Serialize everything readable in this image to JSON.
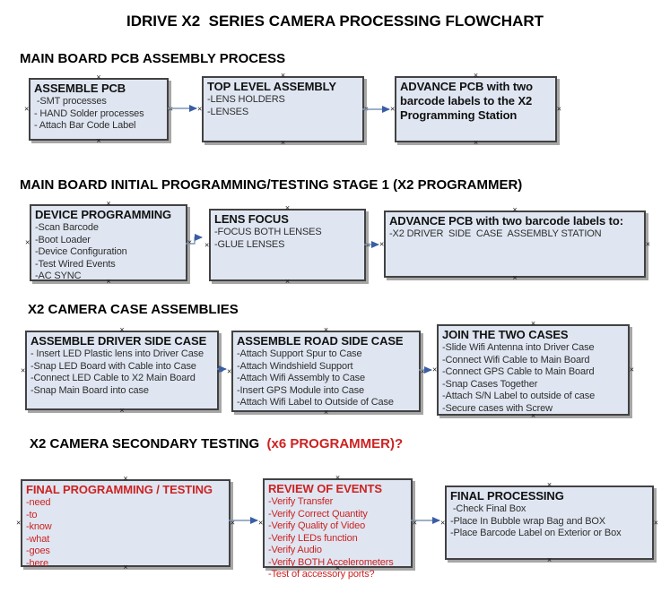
{
  "page_title": "IDRIVE X2  SERIES CAMERA PROCESSING FLOWCHART",
  "colors": {
    "box_fill": "#dfe6f1",
    "box_border": "#424242",
    "box_shadow_c": "#a6a6a6",
    "arrow_line": "#7e96b5",
    "arrow_head": "#3a5ea5",
    "red_text": "#cc2222",
    "heading_text": "#000000",
    "item_text": "#2e2e2e"
  },
  "icons": {
    "connector_anchor_glyph": "×"
  },
  "sections": [
    {
      "heading": "MAIN BOARD PCB ASSEMBLY PROCESS",
      "boxes": [
        {
          "title": "ASSEMBLE PCB",
          "items": [
            " -SMT processes",
            "- HAND Solder processes",
            "- Attach Bar Code Label"
          ]
        },
        {
          "title": "TOP LEVEL ASSEMBLY",
          "items": [
            "-LENS HOLDERS",
            "-LENSES"
          ]
        },
        {
          "title": "ADVANCE PCB with two barcode labels to the X2 Programming Station",
          "items": []
        }
      ]
    },
    {
      "heading": "MAIN BOARD INITIAL PROGRAMMING/TESTING STAGE 1 (X2 PROGRAMMER)",
      "boxes": [
        {
          "title": "DEVICE PROGRAMMING",
          "items": [
            "-Scan Barcode",
            "-Boot Loader",
            "-Device Configuration",
            "-Test Wired Events",
            "-AC SYNC"
          ]
        },
        {
          "title": "LENS FOCUS",
          "items": [
            "-FOCUS BOTH LENSES",
            "-GLUE LENSES"
          ]
        },
        {
          "title": "ADVANCE PCB with two barcode labels to:",
          "items": [
            "-X2 DRIVER  SIDE  CASE  ASSEMBLY STATION"
          ]
        }
      ]
    },
    {
      "heading": "X2 CAMERA CASE ASSEMBLIES",
      "boxes": [
        {
          "title": "ASSEMBLE DRIVER SIDE CASE",
          "items": [
            "- Insert LED Plastic lens into Driver Case",
            "-Snap LED Board with Cable into Case",
            "-Connect LED Cable to X2 Main Board",
            "-Snap Main Board into case"
          ]
        },
        {
          "title": "ASSEMBLE ROAD SIDE CASE",
          "items": [
            "-Attach Support Spur to Case",
            "-Attach Windshield Support",
            "-Attach Wifi Assembly to Case",
            "-Insert GPS Module into Case",
            "-Attach Wifi Label to Outside of Case"
          ]
        },
        {
          "title": "JOIN THE TWO CASES",
          "items": [
            "-Slide Wifi Antenna into Driver Case",
            "-Connect Wifi Cable to Main Board",
            "-Connect GPS Cable to Main Board",
            "-Snap Cases Together",
            "-Attach S/N Label to outside of case",
            "-Secure cases with Screw"
          ]
        }
      ]
    },
    {
      "heading": "X2 CAMERA SECONDARY TESTING  ",
      "heading_red": "(x6 PROGRAMMER)?",
      "boxes": [
        {
          "title": "FINAL PROGRAMMING / TESTING",
          "items": [
            "-need",
            "-to",
            "-know",
            "-what",
            "-goes",
            "-here"
          ]
        },
        {
          "title": "REVIEW OF EVENTS",
          "items": [
            "-Verify Transfer",
            "-Verify Correct Quantity",
            "-Verify Quality of Video",
            "-Verify LEDs function",
            "-Verify Audio",
            "-Verify BOTH Accelerometers",
            "-Test of accessory ports?"
          ]
        },
        {
          "title": "FINAL PROCESSING",
          "items": [
            " -Check Final Box",
            "-Place In Bubble wrap Bag and BOX",
            "-Place Barcode Label on Exterior or Box"
          ]
        }
      ]
    }
  ]
}
